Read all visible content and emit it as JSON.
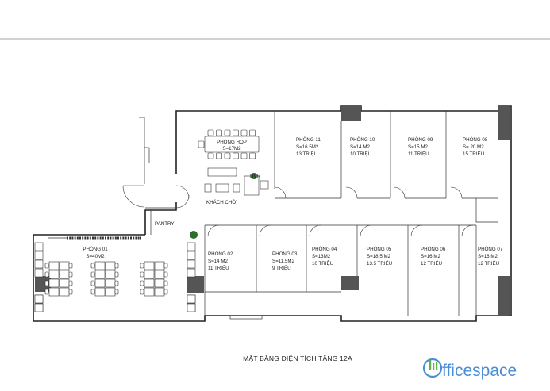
{
  "title": "MẶT BẰNG DIỆN TÍCH TẦNG 12A",
  "logo": {
    "letter": "O",
    "text": "fficespace",
    "color": "#4a8fd6"
  },
  "labels": {
    "meeting": {
      "name": "PHÒNG HỌP",
      "area": "S=17M2"
    },
    "waiting": "KHÁCH CHỜ",
    "dvr": "DVR",
    "pantry": "PANTRY"
  },
  "rooms": [
    {
      "id": "p01",
      "name": "PHÒNG 01",
      "area": "S=40M2",
      "price": ""
    },
    {
      "id": "p02",
      "name": "PHÒNG 02",
      "area": "S=14 M2",
      "price": "11 TRIỆU"
    },
    {
      "id": "p03",
      "name": "PHÒNG 03",
      "area": "S=11.5M2",
      "price": "9 TRIỆU"
    },
    {
      "id": "p04",
      "name": "PHÒNG 04",
      "area": "S=13M2",
      "price": "10 TRIỆU"
    },
    {
      "id": "p05",
      "name": "PHÒNG 05",
      "area": "S=18.5 M2",
      "price": "13.5 TRIỆU"
    },
    {
      "id": "p06",
      "name": "PHÒNG 06",
      "area": "S=16 M2",
      "price": "12 TRIỆU"
    },
    {
      "id": "p07",
      "name": "PHÒNG 07",
      "area": "S=16 M2",
      "price": "12 TRIỆU"
    },
    {
      "id": "p08",
      "name": "PHÒNG 08",
      "area": "S= 20 M2",
      "price": "15 TRIỆU"
    },
    {
      "id": "p09",
      "name": "PHÒNG 09",
      "area": "S=15 M2",
      "price": "11 TRIỆU"
    },
    {
      "id": "p10",
      "name": "PHÒNG 10",
      "area": "S=14 M2",
      "price": "10 TRIỆU"
    },
    {
      "id": "p11",
      "name": "PHÒNG 11",
      "area": "S=16.5M2",
      "price": "13 TRIỆU"
    }
  ]
}
